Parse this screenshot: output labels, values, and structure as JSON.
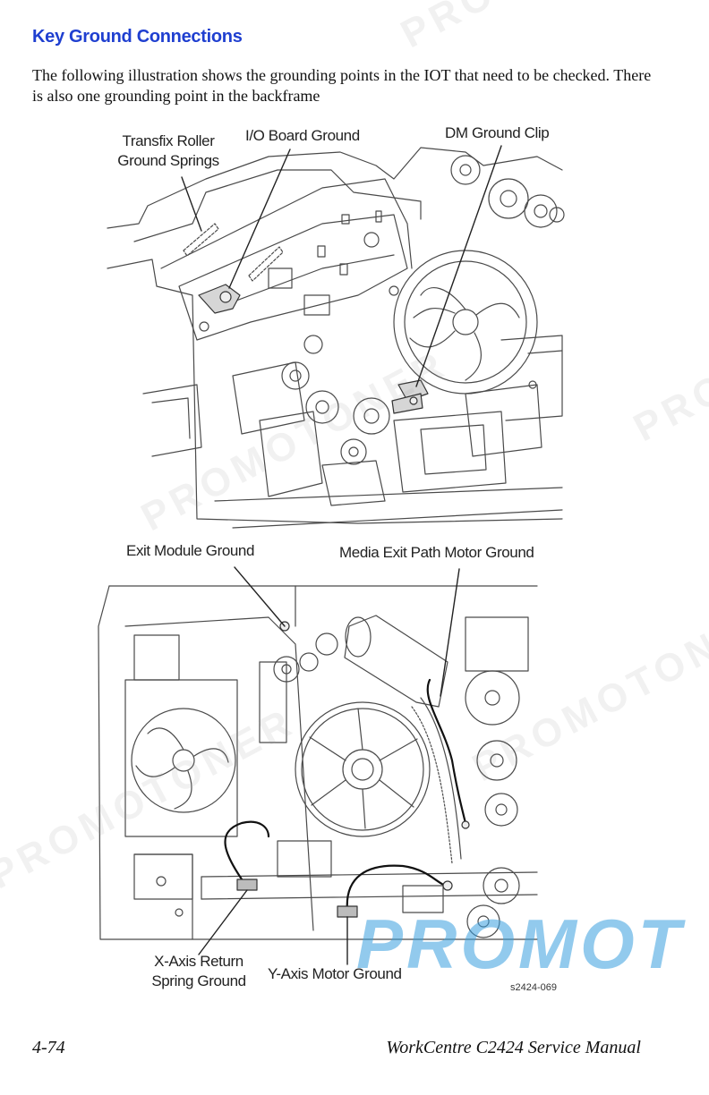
{
  "section": {
    "title": "Key Ground Connections",
    "intro": "The following illustration shows the grounding points in the IOT that need to be checked. There is also one grounding point in the backframe"
  },
  "figure_top": {
    "labels": {
      "transfix_line1": "Transfix Roller",
      "transfix_line2": "Ground Springs",
      "io_board": "I/O Board Ground",
      "dm_clip": "DM Ground Clip"
    }
  },
  "figure_bottom": {
    "labels": {
      "exit_module": "Exit Module Ground",
      "media_exit": "Media Exit Path Motor Ground",
      "xaxis_line1": "X-Axis Return",
      "xaxis_line2": "Spring Ground",
      "yaxis": "Y-Axis Motor Ground"
    },
    "figure_code": "s2424-069"
  },
  "watermarks": {
    "brand": "PROMOTONER",
    "big": "PROMOT"
  },
  "footer": {
    "page_number": "4-74",
    "manual_title": "WorkCentre C2424 Service Manual"
  }
}
